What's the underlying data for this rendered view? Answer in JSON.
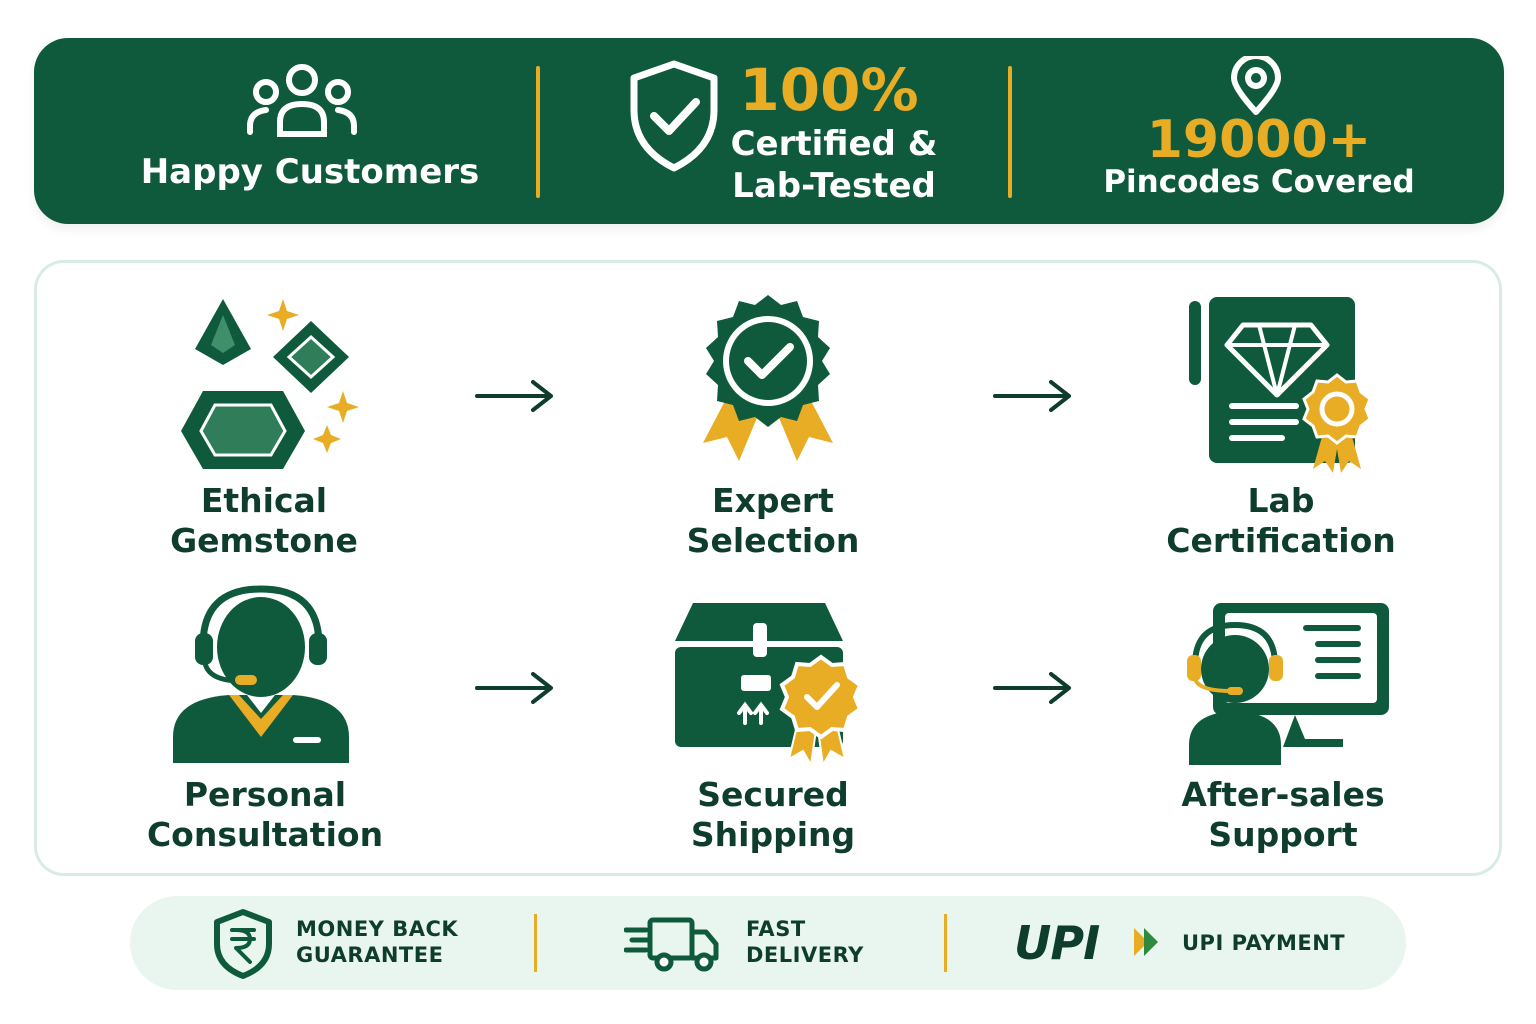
{
  "banner": {
    "customers_label": "Happy Customers",
    "certified_value": "100%",
    "certified_line1": "Certified &",
    "certified_line2": "Lab-Tested",
    "pincodes_value": "19000+",
    "pincodes_label": "Pincodes Covered"
  },
  "steps": [
    {
      "line1": "Ethical",
      "line2": "Gemstone"
    },
    {
      "line1": "Expert",
      "line2": "Selection"
    },
    {
      "line1": "Lab",
      "line2": "Certification"
    },
    {
      "line1": "Personal",
      "line2": "Consultation"
    },
    {
      "line1": "Secured",
      "line2": "Shipping"
    },
    {
      "line1": "After-sales",
      "line2": "Support"
    }
  ],
  "bottom": {
    "money_line1": "MONEY BACK",
    "money_line2": "GUARANTEE",
    "fast_line1": "FAST",
    "fast_line2": "DELIVERY",
    "upi_logo": "UPI",
    "upi_label": "UPI PAYMENT"
  },
  "colors": {
    "green": "#0f5a3d",
    "gold": "#e8ad25",
    "text": "#0f3d2d"
  },
  "icons": [
    "customers-icon",
    "shield-check-icon",
    "location-pin-icon",
    "gemstones-icon",
    "award-badge-icon",
    "lab-certificate-icon",
    "support-agent-icon",
    "secure-box-icon",
    "after-sales-support-icon",
    "rupee-shield-icon",
    "delivery-truck-icon",
    "upi-logo-icon"
  ]
}
